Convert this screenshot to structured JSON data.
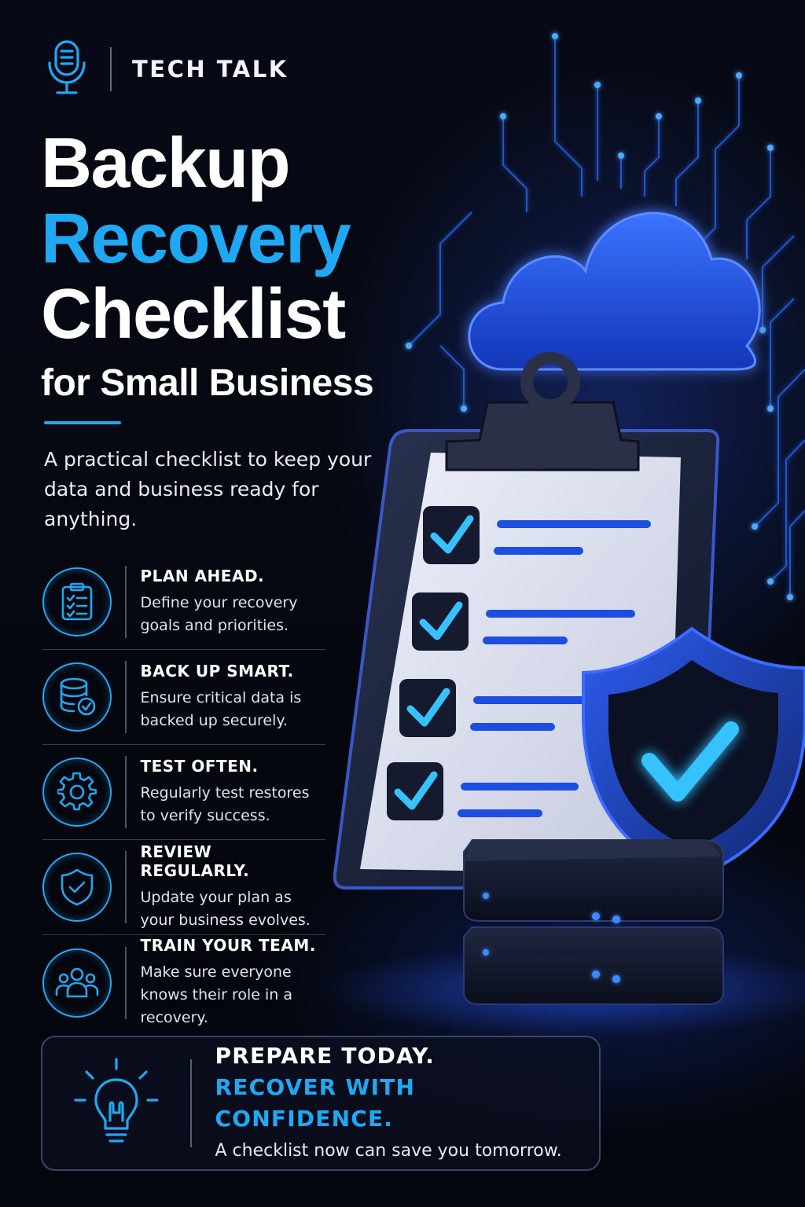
{
  "brand": {
    "name": "TECH TALK",
    "icon": "microphone-icon"
  },
  "title": {
    "line1": "Backup",
    "line2": "Recovery",
    "line3": "Checklist",
    "subtitle": "for Small Business"
  },
  "intro": "A practical checklist to keep your data and business ready for anything.",
  "items": [
    {
      "title": "PLAN AHEAD.",
      "desc": "Define your recovery goals and priorities.",
      "icon": "clipboard-checklist-icon"
    },
    {
      "title": "BACK UP SMART.",
      "desc": "Ensure critical data is backed up securely.",
      "icon": "database-check-icon"
    },
    {
      "title": "TEST OFTEN.",
      "desc": "Regularly test restores to verify success.",
      "icon": "gear-icon"
    },
    {
      "title": "REVIEW REGULARLY.",
      "desc": "Update your plan as your business evolves.",
      "icon": "shield-check-icon"
    },
    {
      "title": "TRAIN YOUR TEAM.",
      "desc": "Make sure everyone knows their role in a recovery.",
      "icon": "team-icon"
    }
  ],
  "callout": {
    "line1": "PREPARE TODAY.",
    "line2": "RECOVER WITH CONFIDENCE.",
    "line3": "A checklist now can save you tomorrow.",
    "icon": "lightbulb-icon"
  },
  "colors": {
    "accent": "#1fa9f4",
    "background": "#05070f",
    "deep_blue": "#1d4fd8"
  }
}
